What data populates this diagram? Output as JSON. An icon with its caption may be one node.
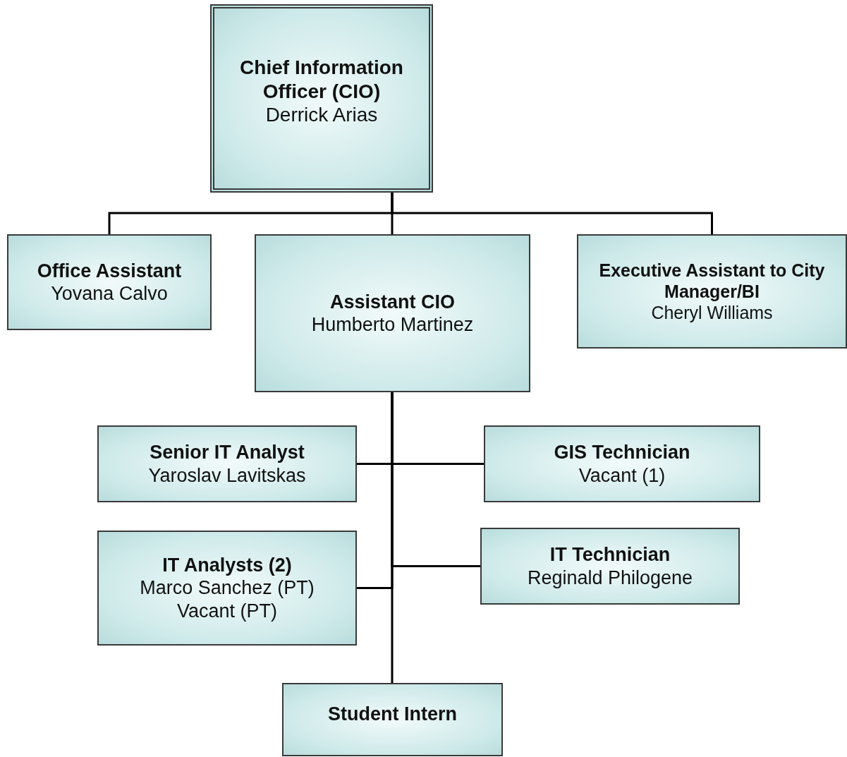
{
  "diagram": {
    "nodes": [
      {
        "text": [
          "Chief Information Officer (CIO)",
          "Derrick Arias"
        ]
      },
      {
        "text": [
          "Office Assistant",
          "Yovana Calvo"
        ]
      },
      {
        "text": [
          "Assistant CIO",
          "Humberto Martinez"
        ]
      },
      {
        "text": [
          "Executive Assistant to City Manager/BI",
          "Cheryl Williams"
        ]
      },
      {
        "text": [
          "Senior IT Analyst",
          "Yaroslav Lavitskas"
        ]
      },
      {
        "text": [
          "GIS Technician",
          "Vacant (1)"
        ]
      },
      {
        "text": [
          "IT Analysts (2)",
          "Marco Sanchez (PT)",
          "Vacant (PT)"
        ]
      },
      {
        "text": [
          "IT Technician",
          "Reginald Philogene"
        ]
      },
      {
        "text": [
          "Student Intern"
        ]
      }
    ],
    "edges": [
      {
        "from": 0,
        "to": 1,
        "arrow": "none"
      },
      {
        "from": 0,
        "to": 2,
        "arrow": "none"
      },
      {
        "from": 0,
        "to": 3,
        "arrow": "none"
      },
      {
        "from": 2,
        "to": 4,
        "arrow": "none"
      },
      {
        "from": 2,
        "to": 5,
        "arrow": "none"
      },
      {
        "from": 2,
        "to": 6,
        "arrow": "none"
      },
      {
        "from": 2,
        "to": 7,
        "arrow": "none"
      },
      {
        "from": 2,
        "to": 8,
        "arrow": "none"
      }
    ]
  }
}
